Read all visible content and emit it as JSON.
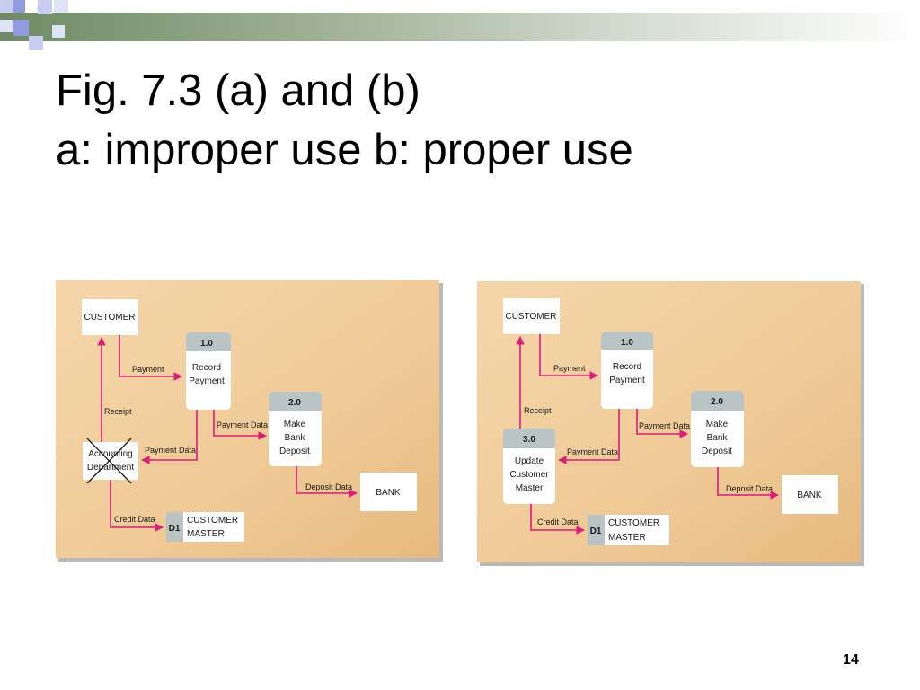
{
  "slide": {
    "title_line1": "Fig. 7.3 (a) and (b)",
    "title_line2": "a: improper use b: proper use",
    "page_number": "14"
  },
  "colors": {
    "panel_bg": "#f2cf9f",
    "flow_arrow": "#e0197d",
    "process_header": "#b9c5c5",
    "store_id_bg": "#b9c5c5",
    "entity_bg": "#ffffff"
  },
  "diagram_a": {
    "entities": {
      "customer": "CUSTOMER",
      "bank": "BANK"
    },
    "process_1": {
      "id": "1.0",
      "line1": "Record",
      "line2": "Payment"
    },
    "process_2": {
      "id": "2.0",
      "line1": "Make",
      "line2": "Bank",
      "line3": "Deposit"
    },
    "crossed_entity": {
      "line1": "Accounting",
      "line2": "Department"
    },
    "data_store": {
      "id": "D1",
      "line1": "CUSTOMER",
      "line2": "MASTER"
    },
    "flows": {
      "payment": "Payment",
      "receipt": "Receipt",
      "payment_data_right": "Payment Data",
      "payment_data_left": "Payment Data",
      "deposit_data": "Deposit Data",
      "credit_data": "Credit Data"
    }
  },
  "diagram_b": {
    "entities": {
      "customer": "CUSTOMER",
      "bank": "BANK"
    },
    "process_1": {
      "id": "1.0",
      "line1": "Record",
      "line2": "Payment"
    },
    "process_2": {
      "id": "2.0",
      "line1": "Make",
      "line2": "Bank",
      "line3": "Deposit"
    },
    "process_3": {
      "id": "3.0",
      "line1": "Update",
      "line2": "Customer",
      "line3": "Master"
    },
    "data_store": {
      "id": "D1",
      "line1": "CUSTOMER",
      "line2": "MASTER"
    },
    "flows": {
      "payment": "Payment",
      "receipt": "Receipt",
      "payment_data_right": "Payment Data",
      "payment_data_left": "Payment Data",
      "deposit_data": "Deposit Data",
      "credit_data": "Credit Data"
    }
  }
}
